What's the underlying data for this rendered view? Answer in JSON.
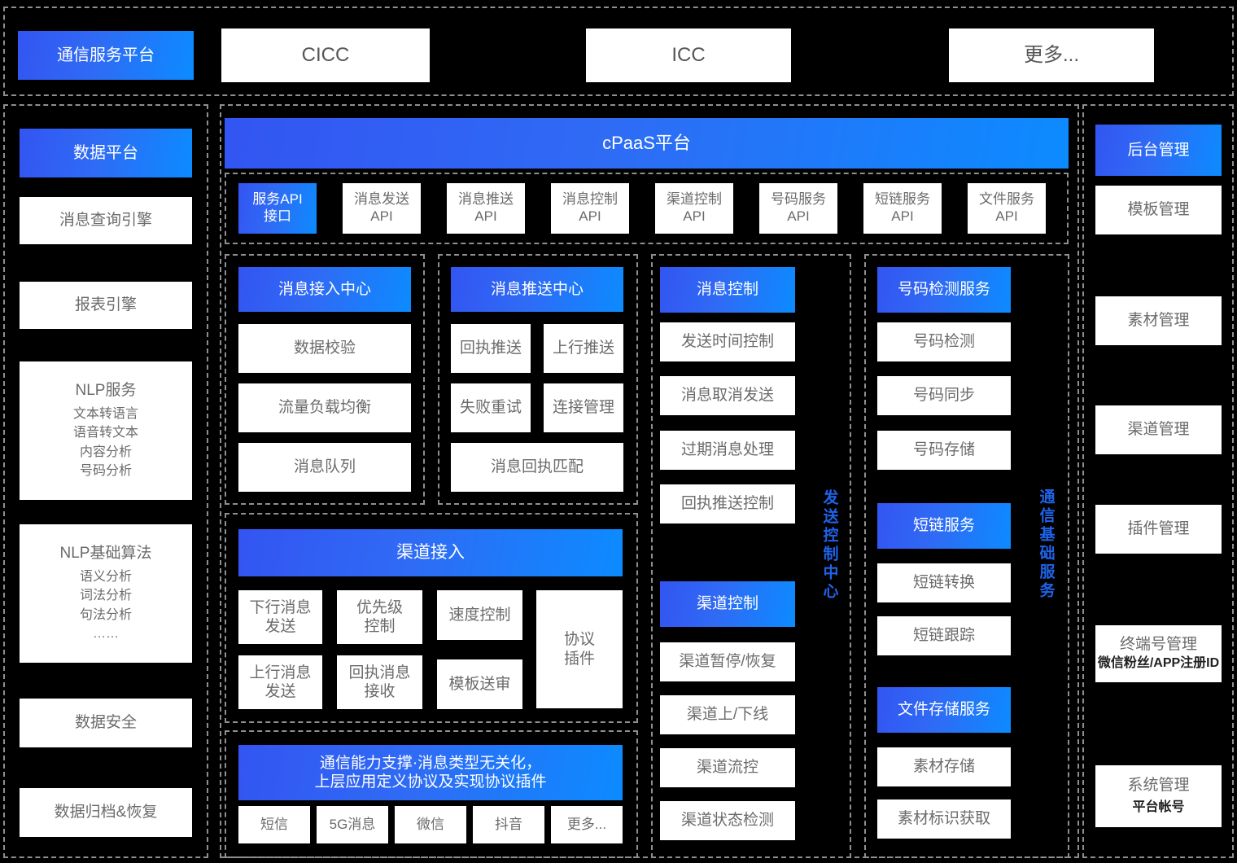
{
  "colors": {
    "background": "#000000",
    "accent_blue_start": "#3355f2",
    "accent_blue_end": "#0c8bff",
    "card_bg": "#ffffff",
    "card_text": "#6b6b6b",
    "dashed_border": "#8f8f8f",
    "vertical_label": "#1f63ea"
  },
  "top_row": {
    "platform_label": "通信服务平台",
    "apps": [
      "CICC",
      "ICC",
      "更多..."
    ]
  },
  "left_column": {
    "header": "数据平台",
    "items": [
      {
        "title": "消息查询引擎",
        "lines": []
      },
      {
        "title": "报表引擎",
        "lines": []
      },
      {
        "title": "NLP服务",
        "lines": [
          "文本转语言",
          "语音转文本",
          "内容分析",
          "号码分析"
        ]
      },
      {
        "title": "NLP基础算法",
        "lines": [
          "语义分析",
          "词法分析",
          "句法分析",
          "……"
        ]
      },
      {
        "title": "数据安全",
        "lines": []
      },
      {
        "title": "数据归档&恢复",
        "lines": []
      }
    ]
  },
  "cpaas": {
    "header": "cPaaS平台",
    "api_boxes": [
      {
        "label": "服务API\n接口",
        "line1": "服务API",
        "line2": "接口",
        "highlight": true
      },
      {
        "line1": "消息发送",
        "line2": "API",
        "highlight": false
      },
      {
        "line1": "消息推送",
        "line2": "API",
        "highlight": false
      },
      {
        "line1": "消息控制",
        "line2": "API",
        "highlight": false
      },
      {
        "line1": "渠道控制",
        "line2": "API",
        "highlight": false
      },
      {
        "line1": "号码服务",
        "line2": "API",
        "highlight": false
      },
      {
        "line1": "短链服务",
        "line2": "API",
        "highlight": false
      },
      {
        "line1": "文件服务",
        "line2": "API",
        "highlight": false
      }
    ]
  },
  "message_access_center": {
    "header": "消息接入中心",
    "items": [
      "数据校验",
      "流量负载均衡",
      "消息队列"
    ]
  },
  "message_push_center": {
    "header": "消息推送中心",
    "items_grid": [
      "回执推送",
      "上行推送",
      "失败重试",
      "连接管理"
    ],
    "item_wide": "消息回执匹配"
  },
  "channel_access": {
    "header": "渠道接入",
    "col1": [
      "下行消息\n发送",
      "上行消息\n发送"
    ],
    "col1_lines": [
      [
        "下行消息",
        "发送"
      ],
      [
        "上行消息",
        "发送"
      ]
    ],
    "col2_lines": [
      [
        "优先级",
        "控制"
      ],
      [
        "回执消息",
        "接收"
      ]
    ],
    "col3_lines": [
      [
        "速度控制"
      ],
      [
        "模板送审"
      ]
    ],
    "tall_lines": [
      "协议",
      "插件"
    ]
  },
  "capability_support": {
    "header_line1": "通信能力支撑·消息类型无关化，",
    "header_line2": "上层应用定义协议及实现协议插件",
    "channels": [
      "短信",
      "5G消息",
      "微信",
      "抖音",
      "更多..."
    ]
  },
  "send_control_center": {
    "vertical_label": "发送控制中心",
    "message_control": {
      "header": "消息控制",
      "items": [
        "发送时间控制",
        "消息取消发送",
        "过期消息处理",
        "回执推送控制"
      ]
    },
    "channel_control": {
      "header": "渠道控制",
      "items": [
        "渠道暂停/恢复",
        "渠道上/下线",
        "渠道流控",
        "渠道状态检测"
      ]
    }
  },
  "basic_services": {
    "vertical_label": "通信基础服务",
    "number_service": {
      "header": "号码检测服务",
      "items": [
        "号码检测",
        "号码同步",
        "号码存储"
      ]
    },
    "shortlink_service": {
      "header": "短链服务",
      "items": [
        "短链转换",
        "短链跟踪"
      ]
    },
    "file_service": {
      "header": "文件存储服务",
      "items": [
        "素材存储",
        "素材标识获取"
      ]
    }
  },
  "right_column": {
    "header": "后台管理",
    "items": [
      {
        "title": "模板管理",
        "sub": ""
      },
      {
        "title": "素材管理",
        "sub": ""
      },
      {
        "title": "渠道管理",
        "sub": ""
      },
      {
        "title": "插件管理",
        "sub": ""
      },
      {
        "title": "终端号管理",
        "sub": "微信粉丝/APP注册ID"
      },
      {
        "title": "系统管理",
        "sub": "平台帐号"
      }
    ]
  }
}
